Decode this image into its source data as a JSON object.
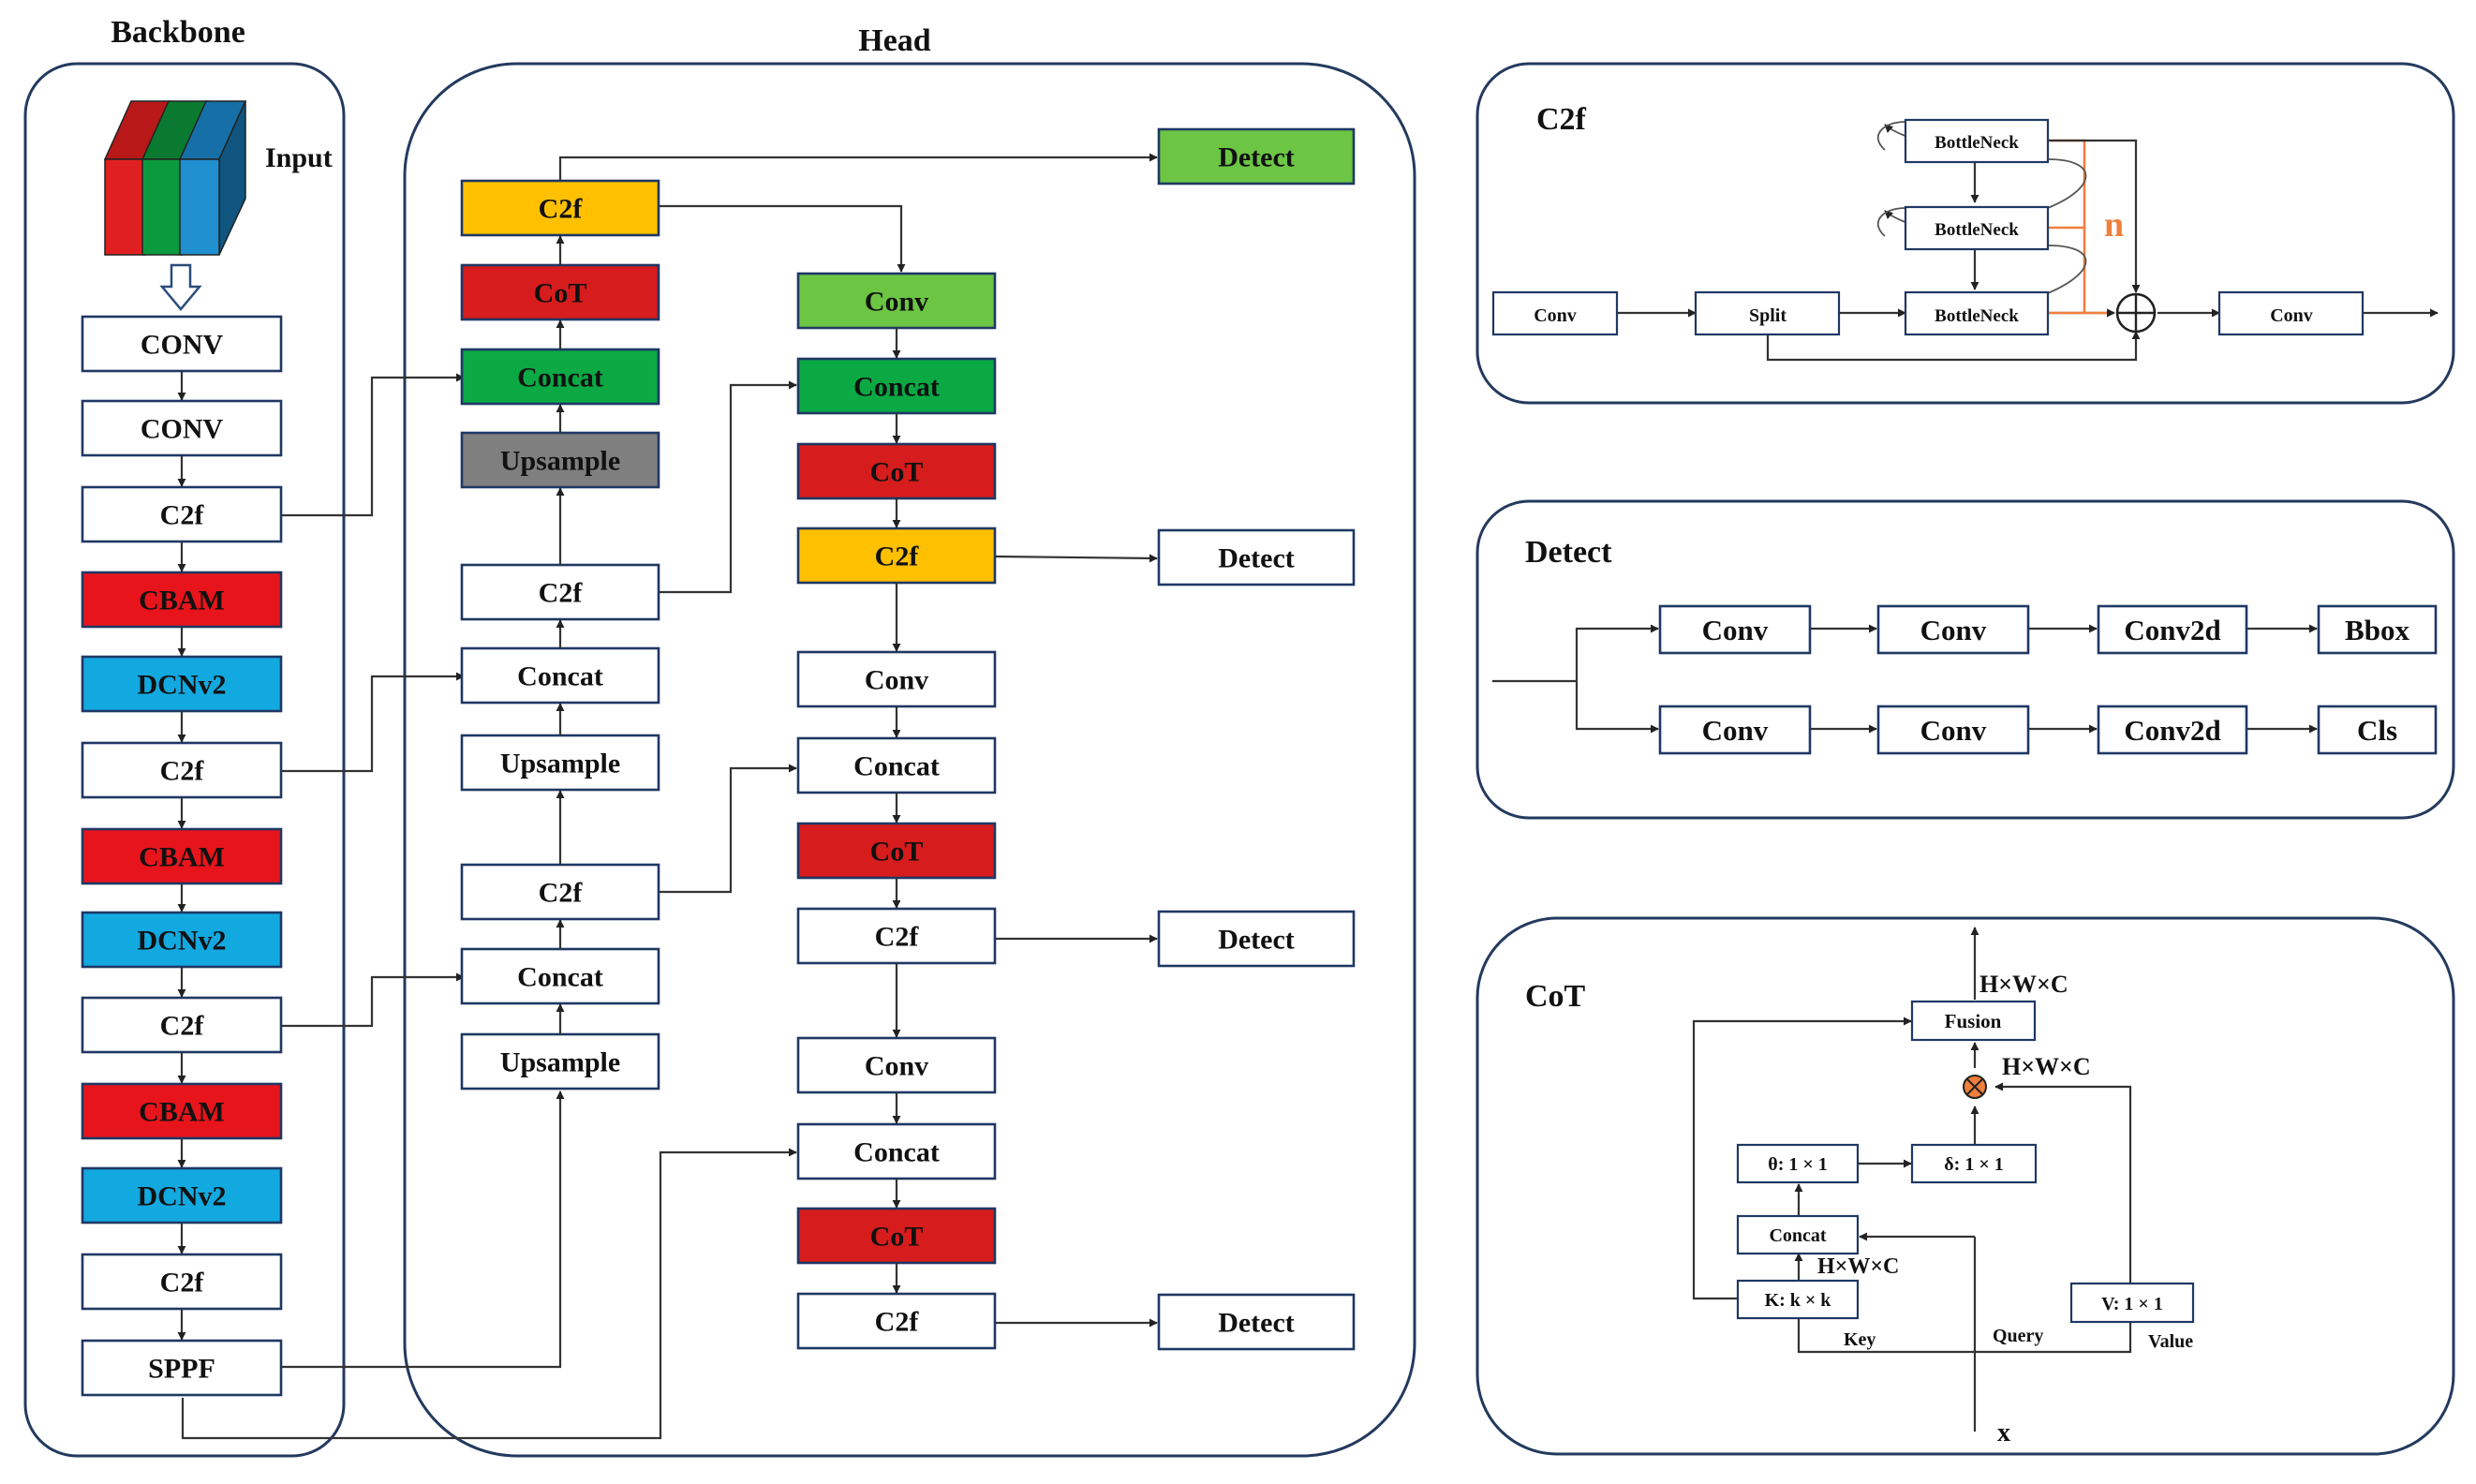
{
  "titles": {
    "backbone": "Backbone",
    "head": "Head",
    "c2f": "C2f",
    "detect": "Detect",
    "cot": "CoT"
  },
  "colors": {
    "white": "#ffffff",
    "red": "#e8141c",
    "dark_red": "#d61c1c",
    "blue": "#12a8e0",
    "green": "#0aa944",
    "light_green": "#6cc644",
    "yellow": "#ffc000",
    "gray": "#7f7f7f",
    "border": "#1f3864",
    "panel": "#233a5e",
    "orange": "#f07f3c",
    "input_red": "#e02020",
    "input_green": "#0c9a3e",
    "input_blue": "#1f8fd0"
  },
  "backbone": {
    "input_label": "Input",
    "nodes": [
      {
        "label": "CONV",
        "fill": "white"
      },
      {
        "label": "CONV",
        "fill": "white"
      },
      {
        "label": "C2f",
        "fill": "white"
      },
      {
        "label": "CBAM",
        "fill": "red"
      },
      {
        "label": "DCNv2",
        "fill": "blue"
      },
      {
        "label": "C2f",
        "fill": "white"
      },
      {
        "label": "CBAM",
        "fill": "red"
      },
      {
        "label": "DCNv2",
        "fill": "blue"
      },
      {
        "label": "C2f",
        "fill": "white"
      },
      {
        "label": "CBAM",
        "fill": "red"
      },
      {
        "label": "DCNv2",
        "fill": "blue"
      },
      {
        "label": "C2f",
        "fill": "white"
      },
      {
        "label": "SPPF",
        "fill": "white"
      }
    ]
  },
  "head": {
    "left_column": [
      {
        "label": "C2f",
        "fill": "yellow"
      },
      {
        "label": "CoT",
        "fill": "dark_red"
      },
      {
        "label": "Concat",
        "fill": "green"
      },
      {
        "label": "Upsample",
        "fill": "gray"
      },
      {
        "label": "C2f",
        "fill": "white"
      },
      {
        "label": "Concat",
        "fill": "white"
      },
      {
        "label": "Upsample",
        "fill": "white"
      },
      {
        "label": "C2f",
        "fill": "white"
      },
      {
        "label": "Concat",
        "fill": "white"
      },
      {
        "label": "Upsample",
        "fill": "white"
      }
    ],
    "middle_column": [
      {
        "label": "Conv",
        "fill": "light_green"
      },
      {
        "label": "Concat",
        "fill": "green"
      },
      {
        "label": "CoT",
        "fill": "dark_red"
      },
      {
        "label": "C2f",
        "fill": "yellow"
      },
      {
        "label": "Conv",
        "fill": "white"
      },
      {
        "label": "Concat",
        "fill": "white"
      },
      {
        "label": "CoT",
        "fill": "dark_red"
      },
      {
        "label": "C2f",
        "fill": "white"
      },
      {
        "label": "Conv",
        "fill": "white"
      },
      {
        "label": "Concat",
        "fill": "white"
      },
      {
        "label": "CoT",
        "fill": "dark_red"
      },
      {
        "label": "C2f",
        "fill": "white"
      }
    ],
    "detect_column": [
      {
        "label": "Detect",
        "fill": "light_green"
      },
      {
        "label": "Detect",
        "fill": "white"
      },
      {
        "label": "Detect",
        "fill": "white"
      },
      {
        "label": "Detect",
        "fill": "white"
      }
    ]
  },
  "c2f_panel": {
    "conv_in": "Conv",
    "split": "Split",
    "bottleneck": "BottleNeck",
    "n_label": "n",
    "conv_out": "Conv"
  },
  "detect_panel": {
    "top_row": [
      "Conv",
      "Conv",
      "Conv2d",
      "Bbox"
    ],
    "bottom_row": [
      "Conv",
      "Conv",
      "Conv2d",
      "Cls"
    ]
  },
  "cot_panel": {
    "fusion": "Fusion",
    "theta": "θ: 1 × 1",
    "delta": "δ: 1 × 1",
    "concat": "Concat",
    "key": "K: k × k",
    "value": "V: 1 × 1",
    "hwc": "H×W×C",
    "key_label": "Key",
    "query_label": "Query",
    "value_label": "Value",
    "x_label": "x"
  }
}
